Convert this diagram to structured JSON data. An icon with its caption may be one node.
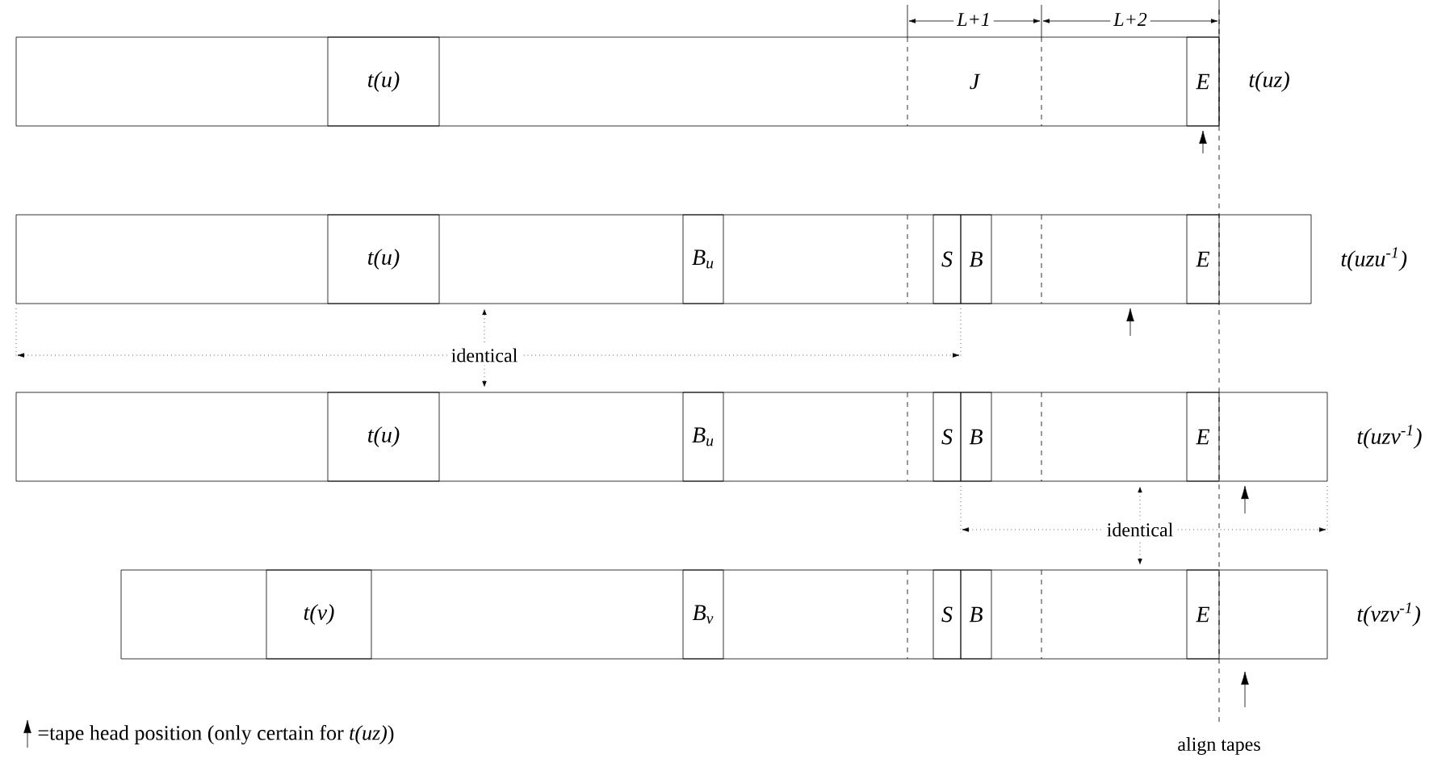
{
  "diagram": {
    "nodes": [
      {
        "text": [
          "t(uz)"
        ]
      },
      {
        "text": [
          "t(u)"
        ],
        "in": 0
      },
      {
        "text": [
          "J"
        ],
        "in": 0
      },
      {
        "text": [
          "E"
        ],
        "in": 0
      },
      {
        "text": [
          "t(uzu$^{-1}$)"
        ]
      },
      {
        "text": [
          "t(u)"
        ],
        "in": 4
      },
      {
        "text": [
          "B$_{u}$"
        ],
        "in": 4
      },
      {
        "text": [
          "S"
        ],
        "in": 4
      },
      {
        "text": [
          "B"
        ],
        "in": 4
      },
      {
        "text": [
          "E"
        ],
        "in": 4
      },
      {
        "text": [
          "t(uzv$^{-1}$)"
        ]
      },
      {
        "text": [
          "t(u)"
        ],
        "in": 10
      },
      {
        "text": [
          "B$_{u}$"
        ],
        "in": 10
      },
      {
        "text": [
          "S"
        ],
        "in": 10
      },
      {
        "text": [
          "B"
        ],
        "in": 10
      },
      {
        "text": [
          "E"
        ],
        "in": 10
      },
      {
        "text": [
          "t(vzv$^{-1}$)"
        ]
      },
      {
        "text": [
          "t(v)"
        ],
        "in": 16
      },
      {
        "text": [
          "B$_{v}$"
        ],
        "in": 16
      },
      {
        "text": [
          "S"
        ],
        "in": 16
      },
      {
        "text": [
          "B"
        ],
        "in": 16
      },
      {
        "text": [
          "E"
        ],
        "in": 16
      }
    ],
    "labels": [
      "L+1",
      "L+2",
      "identical",
      "identical",
      "align tapes"
    ],
    "legend": [
      {
        "text": "=tape head position (only certain for *t(uz)*)"
      }
    ]
  }
}
